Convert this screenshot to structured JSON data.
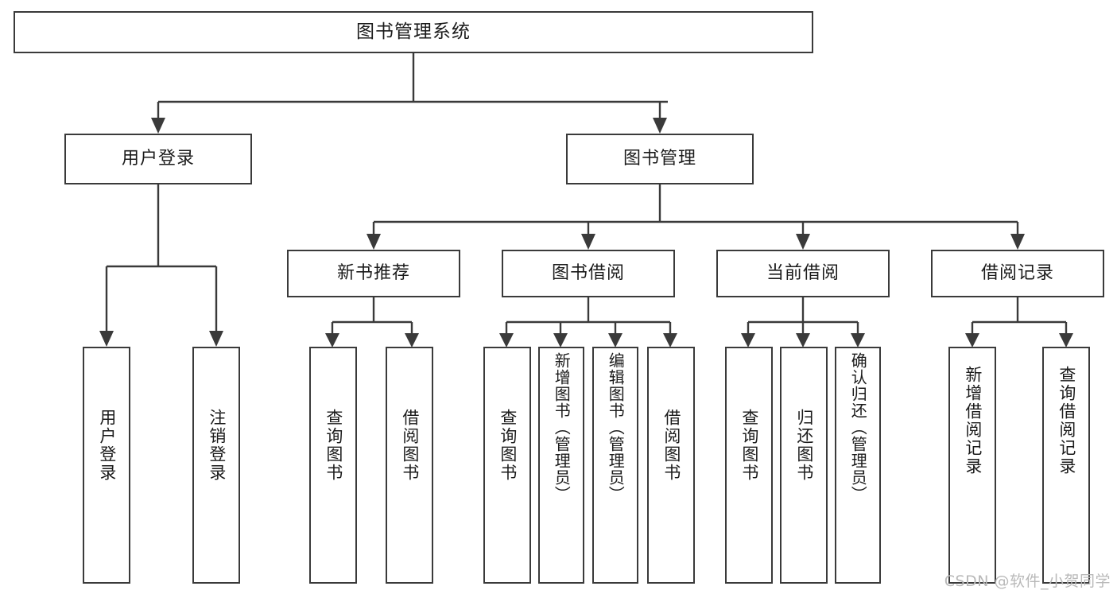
{
  "diagram": {
    "title": "图书管理系统",
    "type": "tree-hierarchy-chart",
    "root": {
      "label": "图书管理系统"
    },
    "level2": [
      {
        "label": "用户登录"
      },
      {
        "label": "图书管理"
      }
    ],
    "level3": [
      {
        "label": "新书推荐"
      },
      {
        "label": "图书借阅"
      },
      {
        "label": "当前借阅"
      },
      {
        "label": "借阅记录"
      }
    ],
    "leaves": {
      "user_login": [
        {
          "label": "用户登录"
        },
        {
          "label": "注销登录"
        }
      ],
      "new_book_recommend": [
        {
          "label": "查询图书"
        },
        {
          "label": "借阅图书"
        }
      ],
      "book_borrow": [
        {
          "label": "查询图书"
        },
        {
          "label": "新增图书（管理员）"
        },
        {
          "label": "编辑图书（管理员）"
        },
        {
          "label": "借阅图书"
        }
      ],
      "current_borrow": [
        {
          "label": "查询图书"
        },
        {
          "label": "归还图书"
        },
        {
          "label": "确认归还（管理员）"
        }
      ],
      "borrow_record": [
        {
          "label": "新增借阅记录"
        },
        {
          "label": "查询借阅记录"
        }
      ]
    }
  },
  "watermark": {
    "text": "CSDN @软件_小贺同学"
  },
  "colors": {
    "stroke": "#3a3a3a",
    "background": "#ffffff",
    "text": "#1b1b1b",
    "watermark": "#b9b9b9"
  }
}
